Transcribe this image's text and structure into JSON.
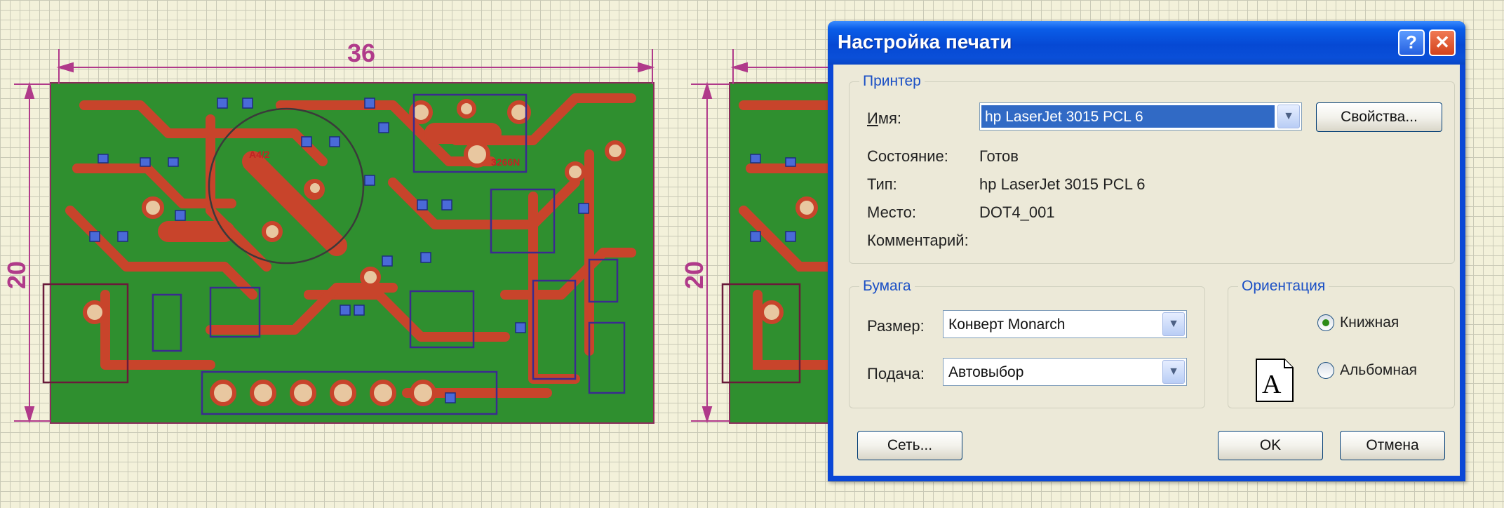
{
  "dimension_labels": {
    "width": "36",
    "height_left": "20",
    "height_right": "20"
  },
  "board_marks": {
    "label_1": "3266N",
    "label_2": "A4/2"
  },
  "dialog": {
    "title": "Настройка печати",
    "help_glyph": "?",
    "close_glyph": "✕",
    "printer": {
      "group_label": "Принтер",
      "name_label": "Имя:",
      "name_value": "hp LaserJet 3015 PCL 6",
      "properties_button": "Свойства...",
      "status_label": "Состояние:",
      "status_value": "Готов",
      "type_label": "Тип:",
      "type_value": "hp LaserJet 3015 PCL 6",
      "location_label": "Место:",
      "location_value": "DOT4_001",
      "comment_label": "Комментарий:"
    },
    "paper": {
      "group_label": "Бумага",
      "size_label": "Размер:",
      "size_value": "Конверт Monarch",
      "source_label": "Подача:",
      "source_value": "Автовыбор"
    },
    "orientation": {
      "group_label": "Ориентация",
      "portrait": "Книжная",
      "landscape": "Альбомная",
      "selected": "portrait",
      "icon_letter": "A"
    },
    "network_button": "Сеть...",
    "ok_button": "OK",
    "cancel_button": "Отмена"
  },
  "icons": [
    "dropdown-arrow-icon",
    "help-icon",
    "close-icon",
    "page-orientation-icon"
  ]
}
